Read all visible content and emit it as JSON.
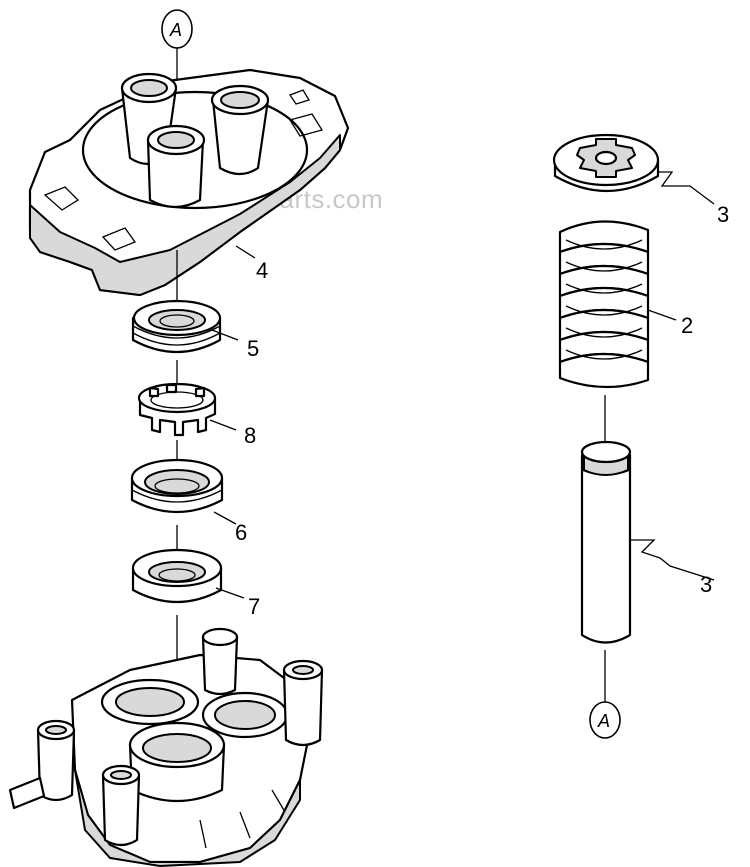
{
  "watermark": "eReplacementParts.com",
  "reference_marks": [
    "A",
    "A"
  ],
  "callouts": {
    "item_4": "4",
    "item_5": "5",
    "item_8": "8",
    "item_6": "6",
    "item_7": "7",
    "item_3_top": "3",
    "item_2": "2",
    "item_3_bottom": "3"
  }
}
